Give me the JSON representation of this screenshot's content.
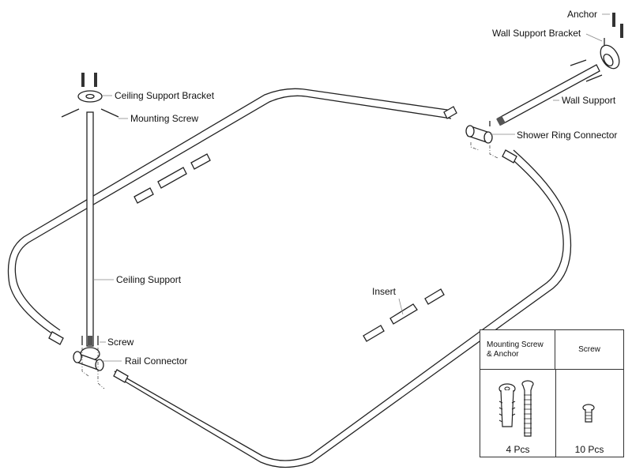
{
  "labels": {
    "anchor": "Anchor",
    "wall_support_bracket": "Wall Support Bracket",
    "wall_support": "Wall Support",
    "shower_ring_connector": "Shower Ring Connector",
    "ceiling_support_bracket": "Ceiling Support Bracket",
    "mounting_screw": "Mounting Screw",
    "ceiling_support": "Ceiling Support",
    "insert": "Insert",
    "screw": "Screw",
    "rail_connector": "Rail Connector"
  },
  "parts_table": {
    "columns": [
      {
        "header": "Mounting Screw & Anchor",
        "header_line1": "Mounting Screw",
        "header_line2": "& Anchor",
        "quantity": "4 Pcs",
        "icon": "mounting-screw-anchor-icon"
      },
      {
        "header": "Screw",
        "quantity": "10 Pcs",
        "icon": "screw-icon"
      }
    ]
  }
}
